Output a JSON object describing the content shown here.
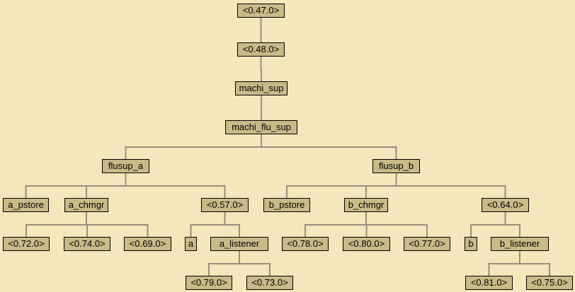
{
  "tree": {
    "nodes": {
      "n1": "<0.47.0>",
      "n2": "<0.48.0>",
      "n3": "machi_sup",
      "n4": "machi_flu_sup",
      "fa": "flusup_a",
      "fb": "flusup_b",
      "a_ps": "a_pstore",
      "a_ch": "a_chmgr",
      "p57": "<0.57.0>",
      "b_ps": "b_pstore",
      "b_ch": "b_chmgr",
      "p64": "<0.64.0>",
      "p72": "<0.72.0>",
      "p74": "<0.74.0>",
      "p69": "<0.69.0>",
      "a": "a",
      "a_li": "a_listener",
      "p78": "<0.78.0>",
      "p80": "<0.80.0>",
      "p77": "<0.77.0>",
      "b": "b",
      "b_li": "b_listener",
      "p79": "<0.79.0>",
      "p73": "<0.73.0>",
      "p81": "<0.81.0>",
      "p75": "<0.75.0>"
    },
    "edges": [
      [
        "n1",
        "n2"
      ],
      [
        "n2",
        "n3"
      ],
      [
        "n3",
        "n4"
      ],
      [
        "n4",
        "fa"
      ],
      [
        "n4",
        "fb"
      ],
      [
        "fa",
        "a_ps"
      ],
      [
        "fa",
        "a_ch"
      ],
      [
        "fa",
        "p57"
      ],
      [
        "fb",
        "b_ps"
      ],
      [
        "fb",
        "b_ch"
      ],
      [
        "fb",
        "p64"
      ],
      [
        "a_ch",
        "p72"
      ],
      [
        "a_ch",
        "p74"
      ],
      [
        "a_ch",
        "p69"
      ],
      [
        "p57",
        "a"
      ],
      [
        "p57",
        "a_li"
      ],
      [
        "b_ch",
        "p78"
      ],
      [
        "b_ch",
        "p80"
      ],
      [
        "b_ch",
        "p77"
      ],
      [
        "p64",
        "b"
      ],
      [
        "p64",
        "b_li"
      ],
      [
        "a_li",
        "p79"
      ],
      [
        "a_li",
        "p73"
      ],
      [
        "b_li",
        "p81"
      ],
      [
        "b_li",
        "p75"
      ]
    ]
  }
}
